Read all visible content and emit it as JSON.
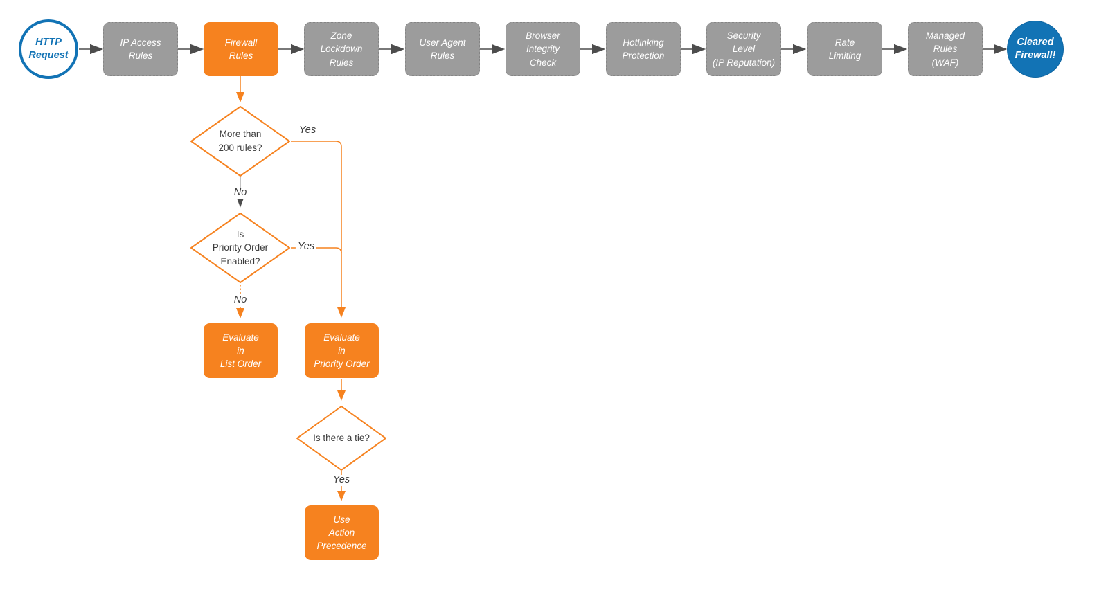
{
  "colors": {
    "orange": "#F6821F",
    "gray_node": "#9C9C9C",
    "blue": "#1273B5",
    "connector_dark": "#4D4D4D",
    "text_dark": "#3B3B3B"
  },
  "pipeline": [
    {
      "id": "http-request",
      "shape": "circle-start",
      "label": "HTTP\nRequest"
    },
    {
      "id": "ip-access-rules",
      "shape": "process-gray",
      "label": "IP Access\nRules"
    },
    {
      "id": "firewall-rules",
      "shape": "process-orange",
      "label": "Firewall\nRules"
    },
    {
      "id": "zone-lockdown-rules",
      "shape": "process-gray",
      "label": "Zone\nLockdown\nRules"
    },
    {
      "id": "user-agent-rules",
      "shape": "process-gray",
      "label": "User Agent\nRules"
    },
    {
      "id": "browser-integrity-check",
      "shape": "process-gray",
      "label": "Browser\nIntegrity\nCheck"
    },
    {
      "id": "hotlinking-protection",
      "shape": "process-gray",
      "label": "Hotlinking\nProtection"
    },
    {
      "id": "security-level-ip-reputation",
      "shape": "process-gray",
      "label": "Security\nLevel\n(IP Reputation)"
    },
    {
      "id": "rate-limiting",
      "shape": "process-gray",
      "label": "Rate\nLimiting"
    },
    {
      "id": "managed-rules-waf",
      "shape": "process-gray",
      "label": "Managed\nRules\n(WAF)"
    },
    {
      "id": "cleared-firewall",
      "shape": "circle-end",
      "label": "Cleared\nFirewall!"
    }
  ],
  "decisions": [
    {
      "id": "more-than-200-rules",
      "label": "More than\n200 rules?"
    },
    {
      "id": "priority-order-enabled",
      "label": "Is\nPriority Order\nEnabled?"
    },
    {
      "id": "is-there-a-tie",
      "label": "Is there a tie?"
    }
  ],
  "actions": [
    {
      "id": "evaluate-in-list-order",
      "label": "Evaluate\nin\nList Order"
    },
    {
      "id": "evaluate-in-priority-order",
      "label": "Evaluate\nin\nPriority Order"
    },
    {
      "id": "use-action-precedence",
      "label": "Use\nAction\nPrecedence"
    }
  ],
  "edge_labels": {
    "d1_yes": "Yes",
    "d1_no": "No",
    "d2_yes": "Yes",
    "d2_no": "No",
    "d3_yes": "Yes"
  }
}
